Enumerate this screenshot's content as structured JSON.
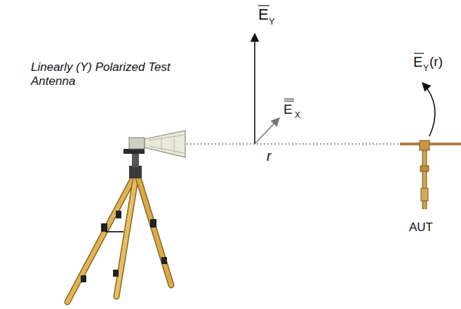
{
  "diagram": {
    "labels": [
      "Linearly (Y) Polarized Test Antenna",
      "E",
      "Y",
      "E",
      "X",
      "r",
      "E",
      "Y",
      "(r)",
      "AUT"
    ]
  }
}
